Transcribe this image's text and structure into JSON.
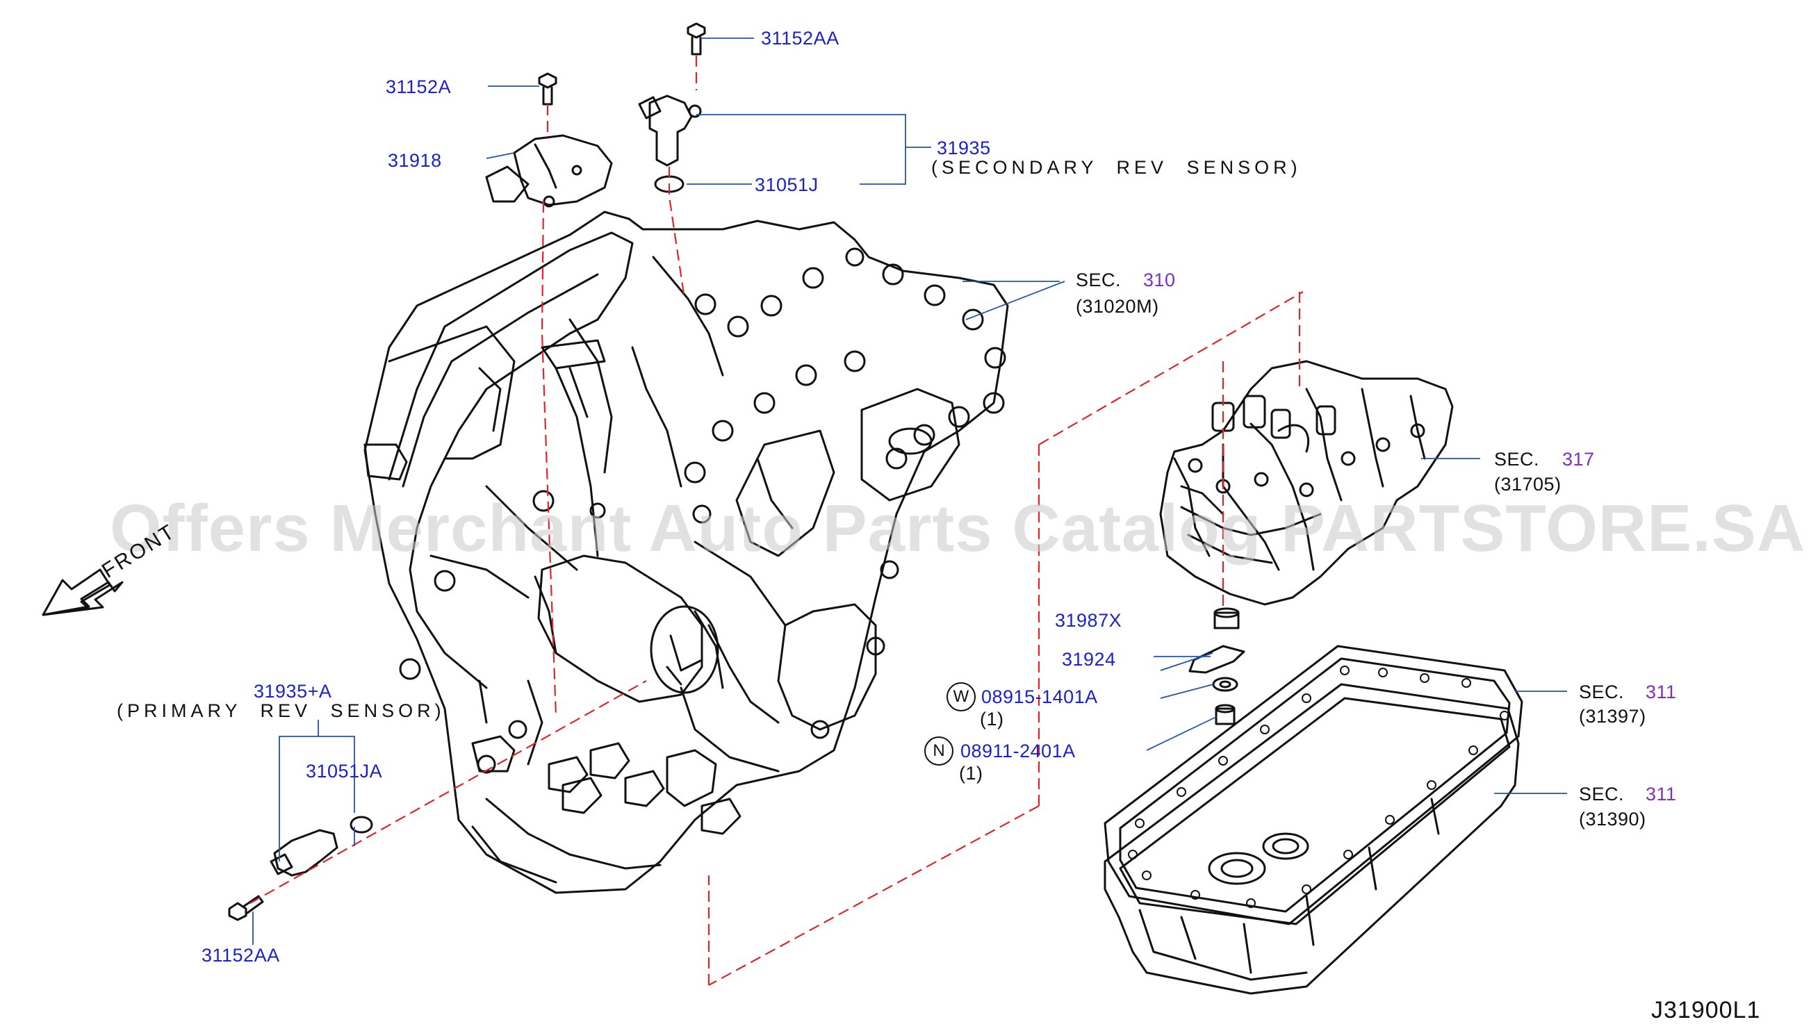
{
  "watermark": "Offers Merchant Auto Parts Catalog PARTSTORE.SA",
  "front_label": "FRONT",
  "diagram_id": "J31900L1",
  "colors": {
    "part_label": "#1a22c8",
    "section_number": "#7d2fc7",
    "dashed_line": "#e0242a",
    "leader_line": "#2255aa"
  },
  "parts": {
    "p31152AA_top": "31152AA",
    "p31152A": "31152A",
    "p31918": "31918",
    "p31935": "31935",
    "p31935_desc": "(SECONDARY  REV  SENSOR)",
    "p31051J": "31051J",
    "p31987X": "31987X",
    "p31924": "31924",
    "p08915": "08915-1401A",
    "p08915_qty": "(1)",
    "p08915_symbol": "W",
    "p08911": "08911-2401A",
    "p08911_qty": "(1)",
    "p08911_symbol": "N",
    "p31935A": "31935+A",
    "p31935A_desc": "(PRIMARY  REV  SENSOR)",
    "p31051JA": "31051JA",
    "p31152AA_bottom": "31152AA"
  },
  "sections": {
    "sec310": {
      "prefix": "SEC.",
      "number": "310",
      "ref": "(31020M)"
    },
    "sec317": {
      "prefix": "SEC.",
      "number": "317",
      "ref": "(31705)"
    },
    "sec311a": {
      "prefix": "SEC.",
      "number": "311",
      "ref": "(31397)"
    },
    "sec311b": {
      "prefix": "SEC.",
      "number": "311",
      "ref": "(31390)"
    }
  }
}
